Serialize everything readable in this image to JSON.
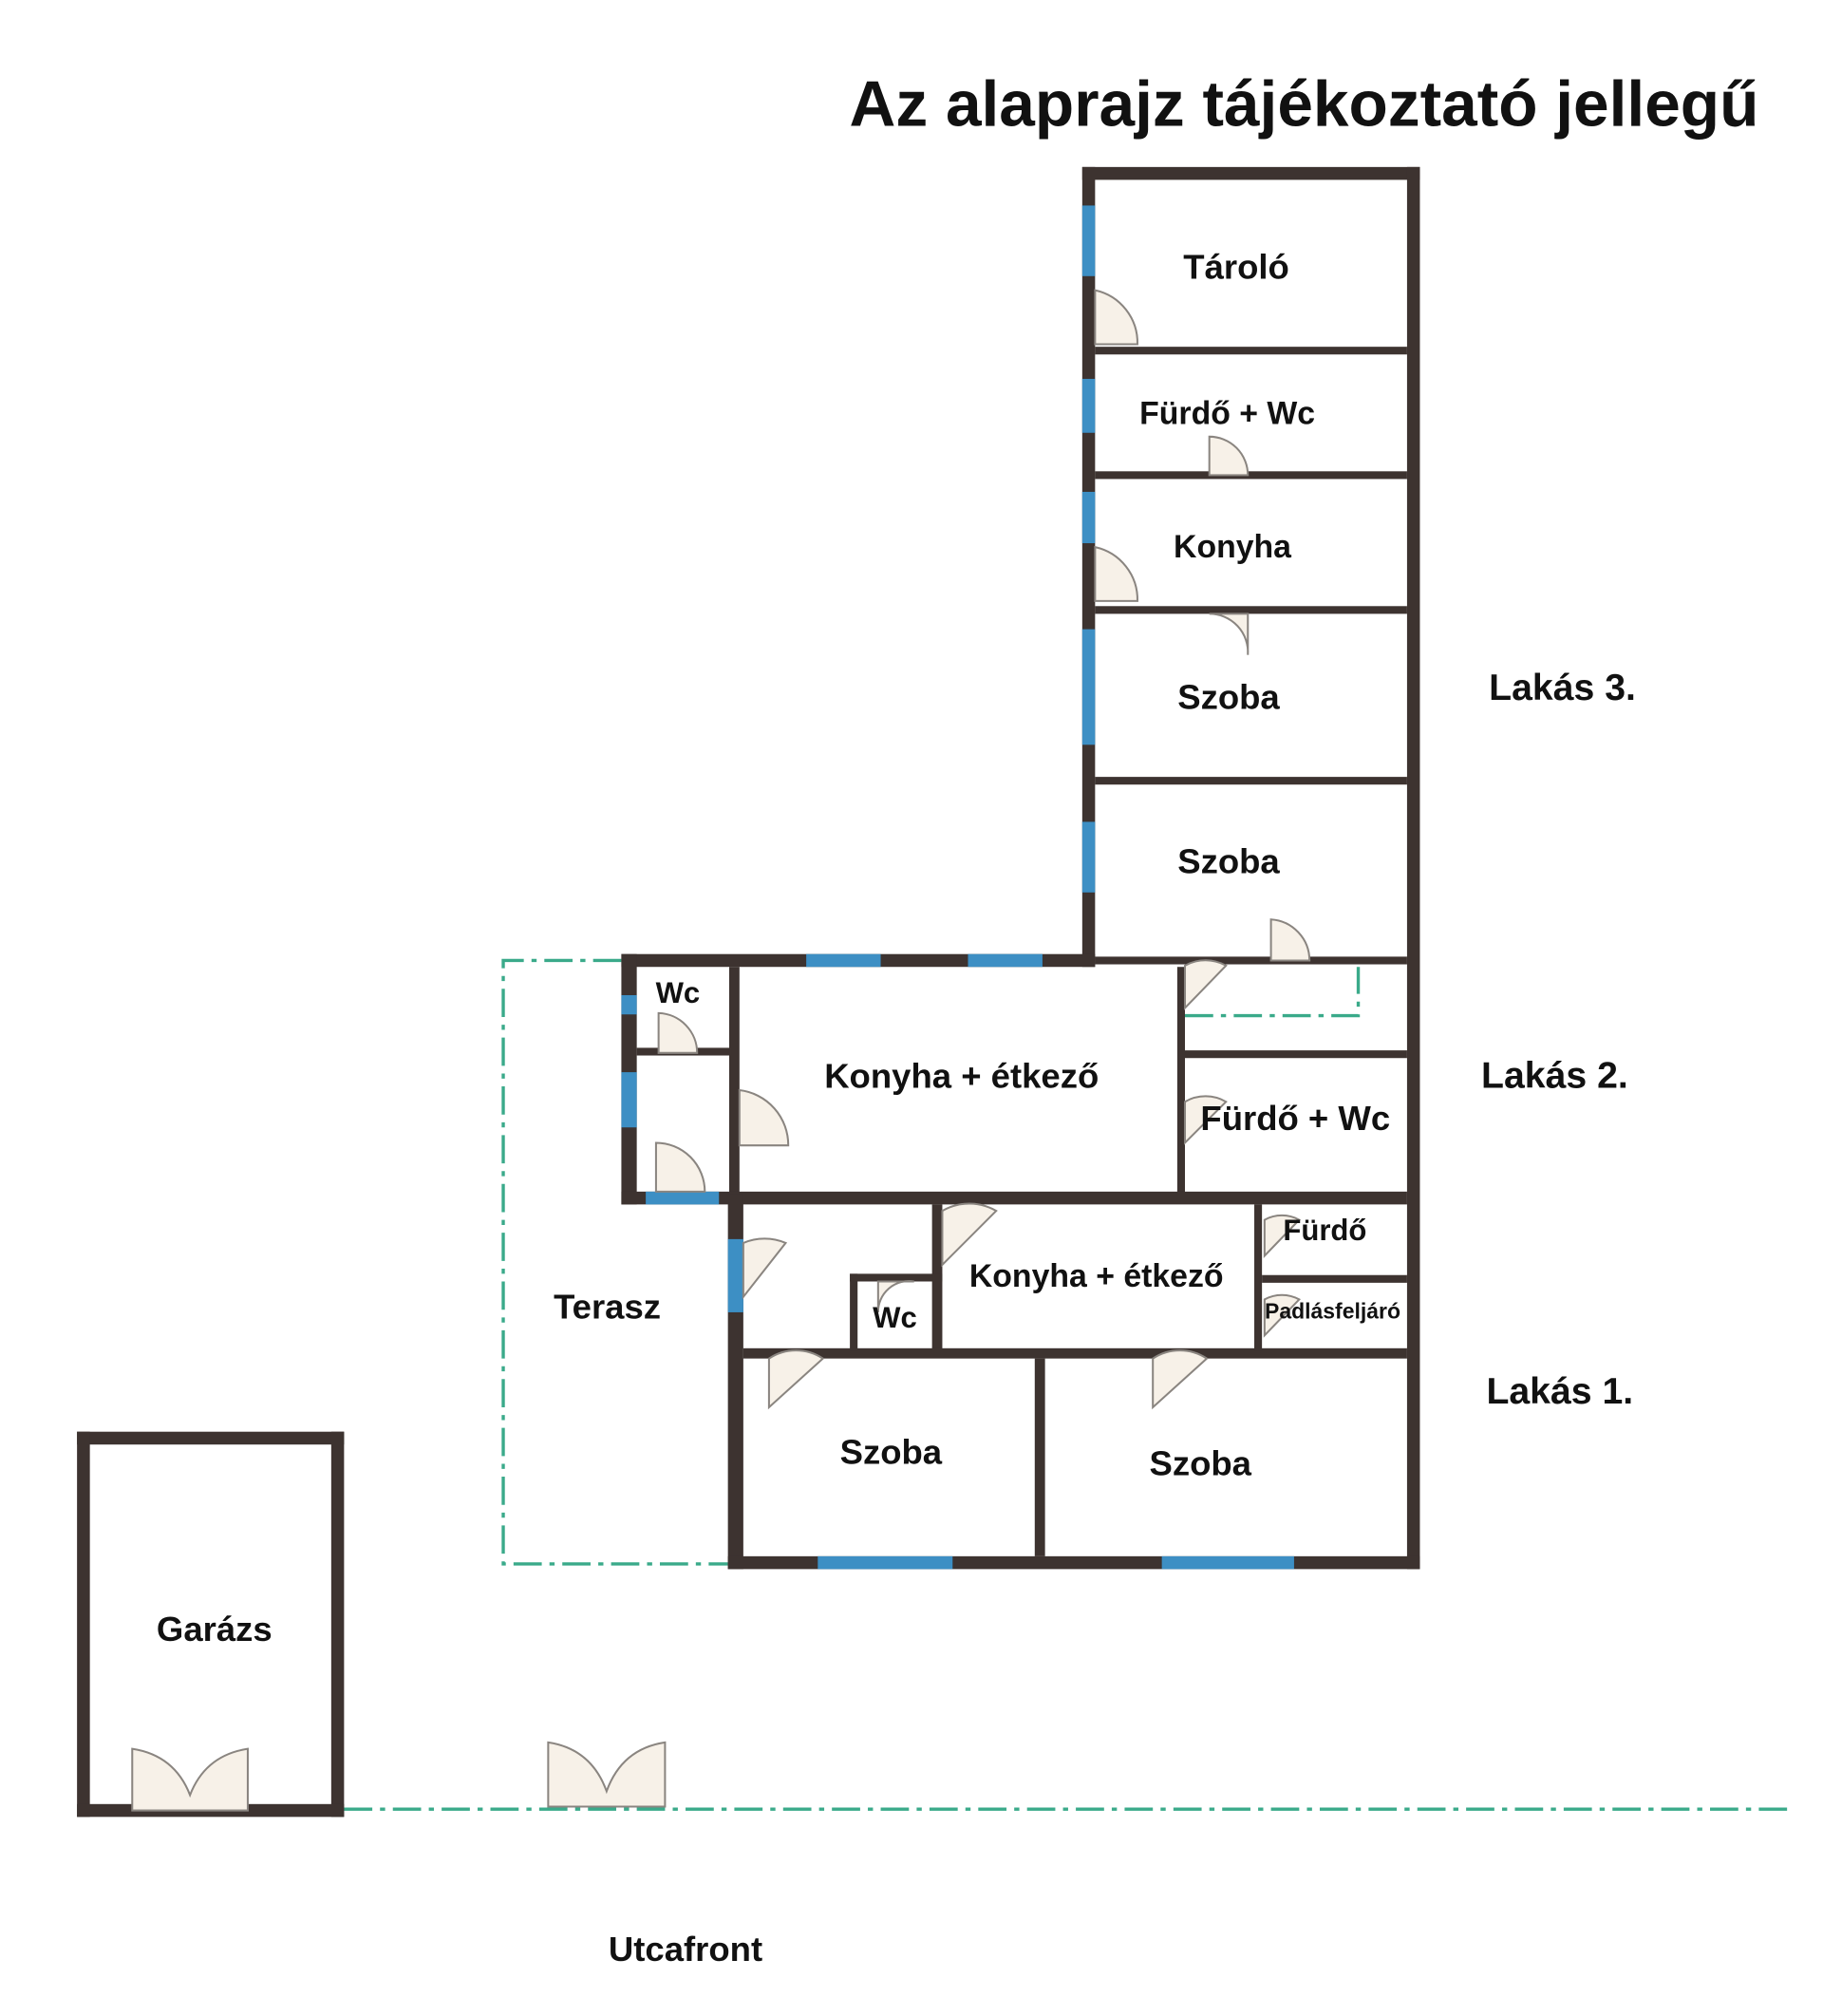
{
  "title": "Az alaprajz tájékoztató jellegű",
  "colors": {
    "wall": "#3d3330",
    "window": "#3d8fc4",
    "door": "#f7f1e8",
    "boundary": "#3aaa8a"
  },
  "units": {
    "lakas3": {
      "label": "Lakás 3.",
      "rooms": [
        "Tároló",
        "Fürdő + Wc",
        "Konyha",
        "Szoba",
        "Szoba"
      ]
    },
    "lakas2": {
      "label": "Lakás 2.",
      "rooms": [
        "Wc",
        "Konyha + étkező",
        "Fürdő + Wc"
      ]
    },
    "lakas1": {
      "label": "Lakás 1.",
      "rooms": [
        "Wc",
        "Konyha + étkező",
        "Fürdő",
        "Padlásfeljáró",
        "Szoba",
        "Szoba"
      ]
    }
  },
  "terrace": "Terasz",
  "garage": "Garázs",
  "street": "Utcafront"
}
